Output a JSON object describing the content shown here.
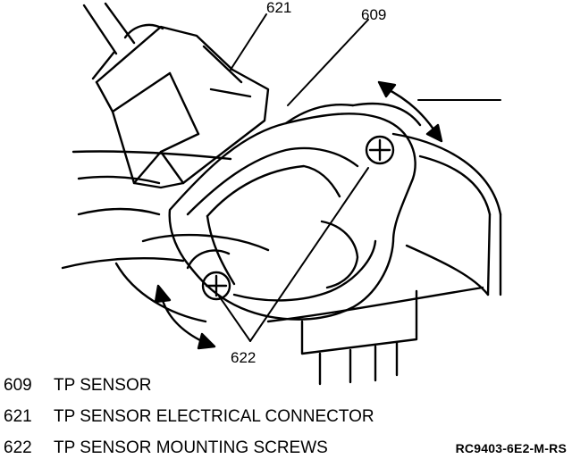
{
  "callouts": [
    {
      "id": "621"
    },
    {
      "id": "609"
    },
    {
      "id": "622"
    }
  ],
  "legend": [
    {
      "number": "609",
      "description": "TP SENSOR"
    },
    {
      "number": "621",
      "description": "TP SENSOR ELECTRICAL CONNECTOR"
    },
    {
      "number": "622",
      "description": "TP SENSOR MOUNTING SCREWS"
    }
  ],
  "reference_code": "RC9403-6E2-M-RS"
}
